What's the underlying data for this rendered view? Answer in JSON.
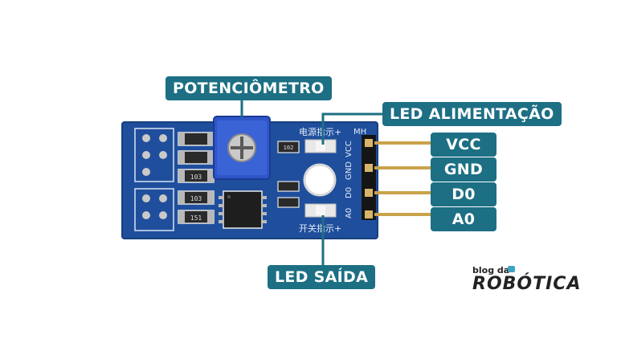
{
  "labels": {
    "potentiometer": "POTENCIÔMETRO",
    "led_power": "LED ALIMENTAÇÃO",
    "vcc": "VCC",
    "gnd": "GND",
    "d0": "D0",
    "a0": "A0",
    "led_output": "LED SAÍDA"
  },
  "board_text": {
    "power_led_chinese": "电源指示+",
    "switch_led_chinese": "开关指示+",
    "pin_labels": [
      "VCC",
      "GND",
      "D0",
      "A0"
    ],
    "corner": "MH",
    "resistor_codes": [
      "103",
      "103",
      "102",
      "151"
    ]
  },
  "brand": {
    "top": "blog da",
    "name": "ROBÓTICA"
  },
  "colors": {
    "label_bg": "#1d6f84",
    "label_text": "#ffffff",
    "pcb": "#1f4f9c",
    "potentiometer": "#2e56c8",
    "pins": "#c9a24a"
  }
}
